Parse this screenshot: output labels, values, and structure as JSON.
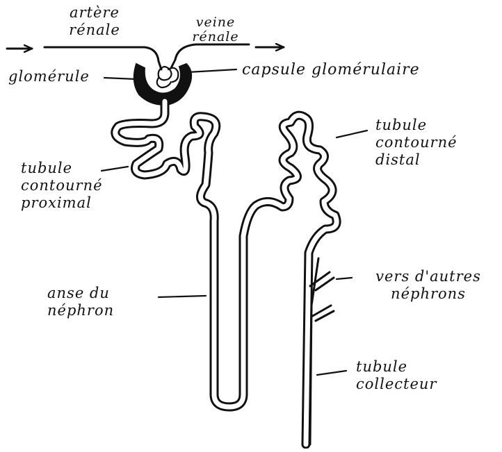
{
  "labels": {
    "artere_renale": [
      "artère",
      "rénale"
    ],
    "veine_renale": [
      "veine",
      "rénale"
    ],
    "glomerule": "glomérule",
    "capsule_glomerulaire": "capsule glomérulaire",
    "tubule_contourne_proximal": [
      "tubule",
      "contourné",
      "proximal"
    ],
    "tubule_contourne_distal": [
      "tubule",
      "contourné",
      "distal"
    ],
    "anse_du_nephron": [
      "anse du",
      "néphron"
    ],
    "vers_d_autres_nephrons": [
      "vers d'autres",
      "néphrons"
    ],
    "tubule_collecteur": [
      "tubule",
      "collecteur"
    ]
  },
  "colors": {
    "ink": "#111111",
    "background": "#ffffff"
  }
}
